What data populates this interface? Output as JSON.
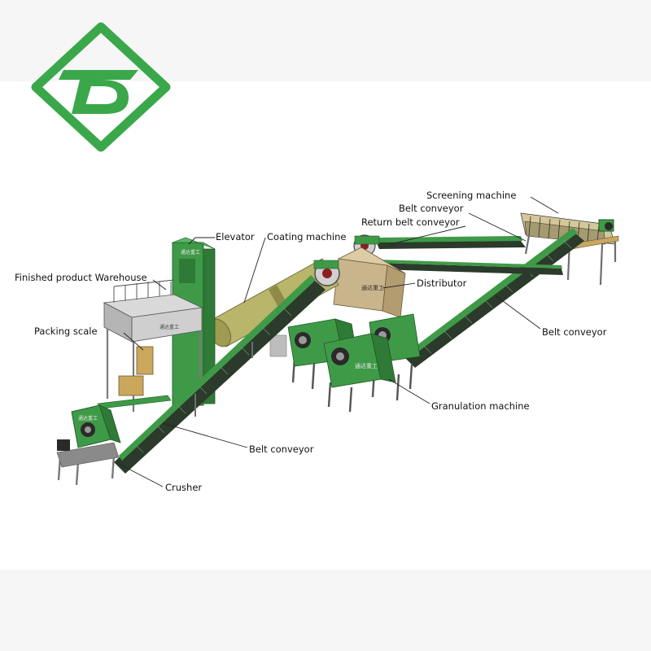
{
  "logo": {
    "text": "TD",
    "color": "#3aa84a"
  },
  "colors": {
    "machine_green": "#3f9a48",
    "machine_dark": "#1f5a26",
    "belt_dark": "#2b3a2b",
    "coater_olive": "#b9b56a",
    "distributor_tan": "#c9b58c",
    "frame_gray": "#8a8a8a"
  },
  "machine_lettering": "通达重工",
  "labels": {
    "elevator": "Elevator",
    "coating_machine": "Coating machine",
    "finished_product_warehouse": "Finished product Warehouse",
    "packing_scale": "Packing scale",
    "distributor": "Distributor",
    "screening_machine": "Screening machine",
    "belt_conveyor_top": "Belt conveyor",
    "return_belt_conveyor": "Return belt conveyor",
    "belt_conveyor_right": "Belt conveyor",
    "granulation_machine": "Granulation machine",
    "belt_conveyor_bottom": "Belt conveyor",
    "crusher": "Crusher"
  }
}
